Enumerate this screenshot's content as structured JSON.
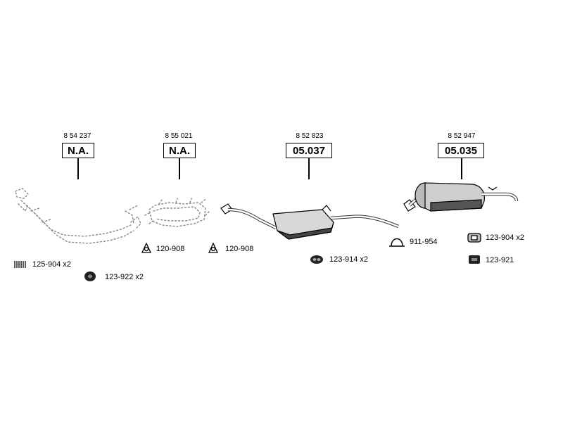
{
  "sections": [
    {
      "part_number": "8 54 237",
      "code": "N.A."
    },
    {
      "part_number": "8 55 021",
      "code": "N.A."
    },
    {
      "part_number": "8 52 823",
      "code": "05.037"
    },
    {
      "part_number": "8 52 947",
      "code": "05.035"
    }
  ],
  "accessories": [
    {
      "icon": "spring-icon",
      "label": "125-904 x2"
    },
    {
      "icon": "mounting-ring-icon",
      "label": "123-922 x2"
    },
    {
      "icon": "triangle-gasket-icon",
      "label": "120-908"
    },
    {
      "icon": "triangle-gasket-icon",
      "label": "120-908"
    },
    {
      "icon": "rubber-mount-icon",
      "label": "123-914 x2"
    },
    {
      "icon": "pipe-clamp-icon",
      "label": "911-954"
    },
    {
      "icon": "hanger-bracket-icon",
      "label": "123-904 x2"
    },
    {
      "icon": "rubber-block-icon",
      "label": "123-921"
    }
  ]
}
